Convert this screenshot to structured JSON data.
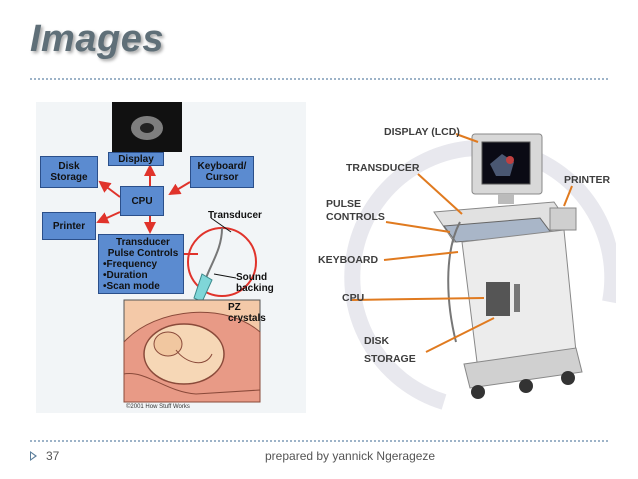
{
  "slide": {
    "title": "Images",
    "page_number": "37",
    "credit": "prepared by yannick Ngerageze"
  },
  "diagram": {
    "display": "Display",
    "disk_storage": "Disk\nStorage",
    "keyboard": "Keyboard/\nCursor",
    "cpu": "CPU",
    "printer": "Printer",
    "transducer_title": "Transducer\nPulse Controls",
    "transducer_items": "•Frequency\n•Duration\n•Scan mode",
    "transducer_label": "Transducer",
    "sound_label": "Sound\nbacking",
    "pz_label": "PZ\ncrystals",
    "copyright": "©2001 How Stuff Works"
  },
  "machine": {
    "display": "DISPLAY (LCD)",
    "transducer": "TRANSDUCER",
    "printer": "PRINTER",
    "pulse_controls": "PULSE\nCONTROLS",
    "keyboard": "KEYBOARD",
    "cpu": "CPU",
    "disk_storage": "DISK\nSTORAGE"
  },
  "colors": {
    "title": "#5f6f78",
    "box_fill": "#5b8bd0",
    "arrow": "#e0332b",
    "leader": "#e07a1f"
  }
}
